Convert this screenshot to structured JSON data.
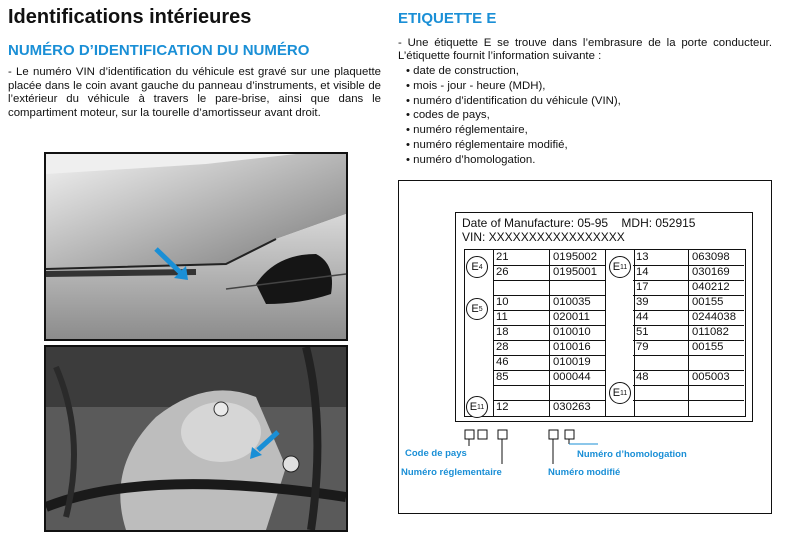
{
  "left": {
    "title": "Identifications intérieures",
    "subtitle": "NUMÉRO D’IDENTIFICATION DU NUMÉRO",
    "paragraph": "- Le numéro VIN d’identification du véhicule est gravé sur une plaquette placée dans le coin avant gauche du panneau d’instruments, et visible de l’extérieur du véhicule à travers le pare-brise, ainsi que dans le compartiment moteur, sur la tourelle d’amortisseur avant droit."
  },
  "right": {
    "title": "ETIQUETTE E",
    "intro": "- Une étiquette E se trouve dans l’embrasure de la porte conducteur. L’étiquette fournit l’information suivante :",
    "bullets": [
      "date de construction,",
      "mois - jour - heure (MDH),",
      "numéro d’identification du véhicule (VIN),",
      "codes de pays,",
      "numéro réglementaire,",
      "numéro réglementaire modifié,",
      "numéro d’homologation."
    ]
  },
  "label": {
    "line1": "Date of Manufacture: 05-95    MDH: 052915",
    "line2": "VIN: XXXXXXXXXXXXXXXXX",
    "left_rows": [
      {
        "a": "21",
        "b": "0195002"
      },
      {
        "a": "26",
        "b": "0195001"
      },
      {
        "a": "",
        "b": ""
      },
      {
        "a": "10",
        "b": "010035"
      },
      {
        "a": "11",
        "b": "020011"
      },
      {
        "a": "18",
        "b": "010010"
      },
      {
        "a": "28",
        "b": "010016"
      },
      {
        "a": "46",
        "b": "010019"
      },
      {
        "a": "85",
        "b": "000044"
      },
      {
        "a": "",
        "b": ""
      },
      {
        "a": "12",
        "b": "030263"
      }
    ],
    "right_rows": [
      {
        "a": "13",
        "b": "063098"
      },
      {
        "a": "14",
        "b": "030169"
      },
      {
        "a": "17",
        "b": "040212"
      },
      {
        "a": "39",
        "b": "00155"
      },
      {
        "a": "44",
        "b": "0244038"
      },
      {
        "a": "51",
        "b": "011082"
      },
      {
        "a": "79",
        "b": "00155"
      },
      {
        "a": "",
        "b": ""
      },
      {
        "a": "48",
        "b": "005003"
      },
      {
        "a": "",
        "b": ""
      },
      {
        "a": "",
        "b": ""
      }
    ],
    "circles": {
      "e4": "E4",
      "e5": "E5",
      "e11a": "E11",
      "e11b": "E11",
      "e11c": "E11"
    }
  },
  "captions": {
    "code_pays": "Code de pays",
    "num_reglementaire": "Numéro réglementaire",
    "num_homologation": "Numéro d’homologation",
    "num_modifie": "Numéro modifié"
  }
}
